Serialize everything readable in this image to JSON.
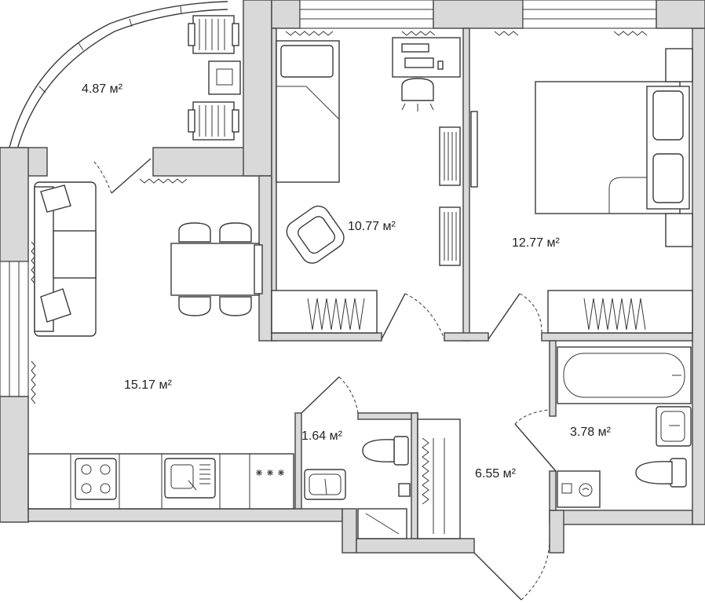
{
  "rooms": {
    "balcony": "4.87 м²",
    "bedroom_small": "10.77 м²",
    "bedroom_large": "12.77 м²",
    "living_kitchen": "15.17 м²",
    "wc": "1.64 м²",
    "hall": "6.55 м²",
    "bathroom": "3.78 м²"
  },
  "icons": {
    "hob": "four-burner-hob-icon",
    "sink": "kitchen-sink-icon",
    "oven": "oven-dials-icon",
    "washer": "washing-machine-icon"
  },
  "colors": {
    "wall": "#d9d9d9",
    "stroke": "#3a3a3a",
    "background": "#ffffff"
  }
}
